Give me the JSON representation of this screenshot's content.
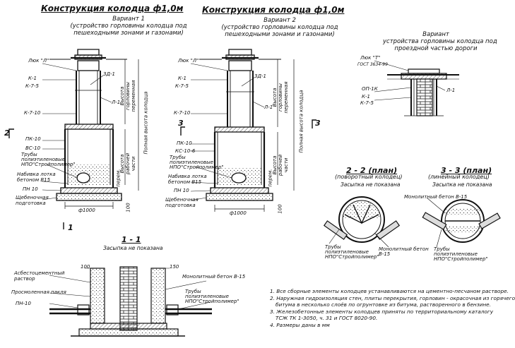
{
  "titles": {
    "v1": "Конструкция колодца ф1,0м",
    "v2": "Конструкция колодца ф1,0м"
  },
  "variants": {
    "v1": [
      "Вариант 1",
      "(устройство горловины колодца под",
      "пешеходными зонами и газонами)"
    ],
    "v2": [
      "Вариант 2",
      "(устройство горловины колодца под",
      "пешеходными зонами и газонами)"
    ],
    "v3": [
      "Вариант",
      "устройства горловины колодца под",
      "проездной частью дороги"
    ]
  },
  "labels_v1": [
    "Люк \"Л\"",
    "К-1",
    "К-7-5",
    "К-7-10",
    "ПК-10",
    "ВС-10",
    "Трубы",
    "полиэтиленовые",
    "НПО\"Стройполимер\"",
    "Набивка лотка",
    "бетоном В15",
    "ПН 10",
    "Щебеночная",
    "подготовка",
    "ЗД-1",
    "Л-1"
  ],
  "labels_v2": [
    "Люк \"Л\"",
    "К-1",
    "К-7-5",
    "К-7-10",
    "ПК-10",
    "КС-10-6",
    "Трубы",
    "полиэтиленовые",
    "НПО\"Стройполимер\"",
    "Набивка лотка",
    "бетоном В15",
    "ПН 10",
    "Щебеночная",
    "подготовка",
    "ЗД-1",
    "Л-1"
  ],
  "labels_v3": [
    "Люк \"Т\"",
    "ГОСТ 3634-99",
    "ОП-1К",
    "К-1",
    "К-7-5",
    "Л-1"
  ],
  "dims": {
    "d1000": "ф1000",
    "h100": "100",
    "neck": "Высота горловины переменная",
    "work": "Высота рабочей части",
    "full": "Полная высота колодца",
    "perem": "перем."
  },
  "markers": {
    "two": "2",
    "three": "3",
    "one": "1"
  },
  "sections": {
    "s22": [
      "2 - 2 (план)",
      "(поворотный колодец)"
    ],
    "s33": [
      "3 - 3 (план)",
      "(линейный колодец)"
    ],
    "s11": "1 - 1",
    "no_fill": "Засыпка не показана",
    "concrete": "Монолитный бетон В-15",
    "pipes": [
      "Трубы",
      "полиэтиленовые",
      "НПО\"Стройполимер\""
    ],
    "concrete_b": [
      "Монолитный бетон",
      "В-15"
    ]
  },
  "section11_labels": {
    "asbestos": [
      "Асбестоцементный",
      "раствор"
    ],
    "tow": "Просмоленная пакля",
    "pn": "ПН-10",
    "concrete": "Монолитный бетон В-15",
    "pipes": [
      "Трубы",
      "полиэтиленовые",
      "НПО\"Стройполимер\""
    ],
    "d100": "100",
    "d150": "150"
  },
  "notes": [
    "1. Все сборные элементы колодцев устанавливаются на цементно-песчаном растворе.",
    "2. Наружная гидроизоляция стен, плиты перекрытия, горловин - окрасочная из горячего",
    "битума в несколько слоёв по огрунтовке из битума, растворенного в бензине.",
    "3. Железобетонные элементы колодцев приняты по территориальному каталогу",
    "ТСЖ ТК 1-3050, ч. 31 и ГОСТ 8020-90.",
    "4. Размеры даны в мм"
  ]
}
